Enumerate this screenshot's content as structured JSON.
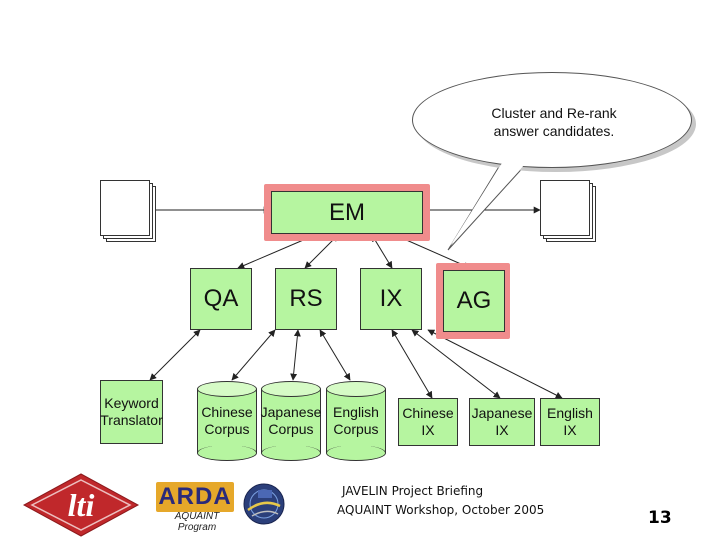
{
  "callout": {
    "text_line1": "Cluster and Re-rank",
    "text_line2": "answer candidates."
  },
  "nodes": {
    "em": "EM",
    "qa": "QA",
    "rs": "RS",
    "ix": "IX",
    "ag": "AG",
    "keyword_translator": {
      "line1": "Keyword",
      "line2": "Translator"
    },
    "chinese_corpus": {
      "line1": "Chinese",
      "line2": "Corpus"
    },
    "japanese_corpus": {
      "line1": "Japanese",
      "line2": "Corpus"
    },
    "english_corpus": {
      "line1": "English",
      "line2": "Corpus"
    },
    "chinese_ix": {
      "line1": "Chinese",
      "line2": "IX"
    },
    "japanese_ix": {
      "line1": "Japanese",
      "line2": "IX"
    },
    "english_ix": {
      "line1": "English",
      "line2": "IX"
    }
  },
  "logos": {
    "lti": "lti",
    "arda": "ARDA",
    "aquaint_line1": "AQUAINT",
    "aquaint_line2": "Program"
  },
  "footer": {
    "title": "JAVELIN Project Briefing",
    "subtitle": "AQUAINT Workshop, October 2005",
    "page_number": "13"
  },
  "colors": {
    "node_fill": "#b6f5a0",
    "highlight": "#f08c8c",
    "logo_red": "#c0282b",
    "arda_gold": "#e6a82a"
  }
}
